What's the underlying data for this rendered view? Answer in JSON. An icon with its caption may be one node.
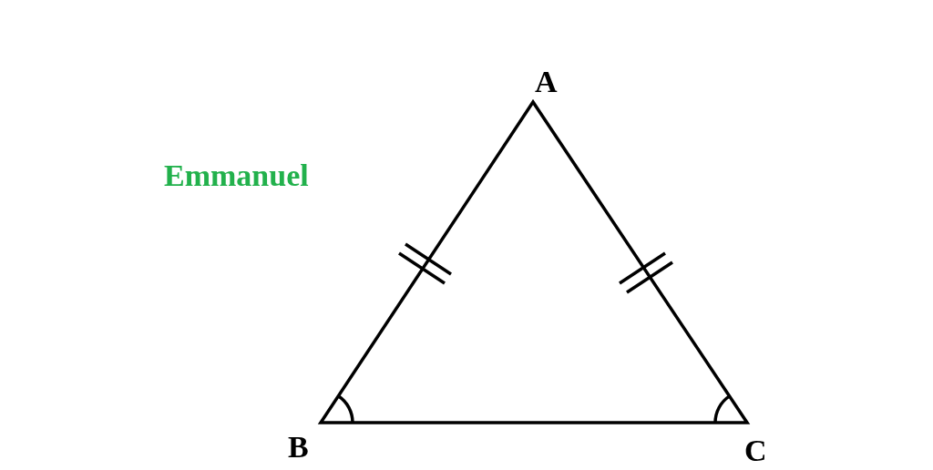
{
  "diagram": {
    "labels": [
      "A",
      "Emmanuel",
      "B",
      "C"
    ]
  }
}
